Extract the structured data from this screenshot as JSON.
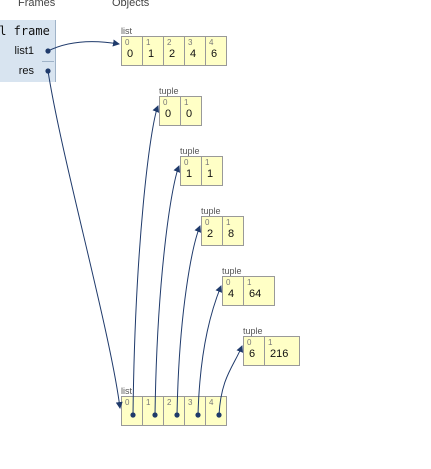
{
  "headers": {
    "frames": "Frames",
    "objects": "Objects"
  },
  "frame": {
    "title": "al frame",
    "vars": [
      {
        "name": "list1"
      },
      {
        "name": "res"
      }
    ]
  },
  "objects": {
    "list1": {
      "label": "list",
      "indices": [
        "0",
        "1",
        "2",
        "3",
        "4"
      ],
      "values": [
        "0",
        "1",
        "2",
        "4",
        "6"
      ]
    },
    "tuples": [
      {
        "label": "tuple",
        "indices": [
          "0",
          "1"
        ],
        "values": [
          "0",
          "0"
        ]
      },
      {
        "label": "tuple",
        "indices": [
          "0",
          "1"
        ],
        "values": [
          "1",
          "1"
        ]
      },
      {
        "label": "tuple",
        "indices": [
          "0",
          "1"
        ],
        "values": [
          "2",
          "8"
        ]
      },
      {
        "label": "tuple",
        "indices": [
          "0",
          "1"
        ],
        "values": [
          "4",
          "64"
        ]
      },
      {
        "label": "tuple",
        "indices": [
          "0",
          "1"
        ],
        "values": [
          "6",
          "216"
        ]
      }
    ],
    "res": {
      "label": "list",
      "indices": [
        "0",
        "1",
        "2",
        "3",
        "4"
      ]
    }
  },
  "colors": {
    "arrow": "#1f3a6b",
    "cell_bg": "#ffffc6",
    "frame_bg": "#d8e4f0"
  }
}
